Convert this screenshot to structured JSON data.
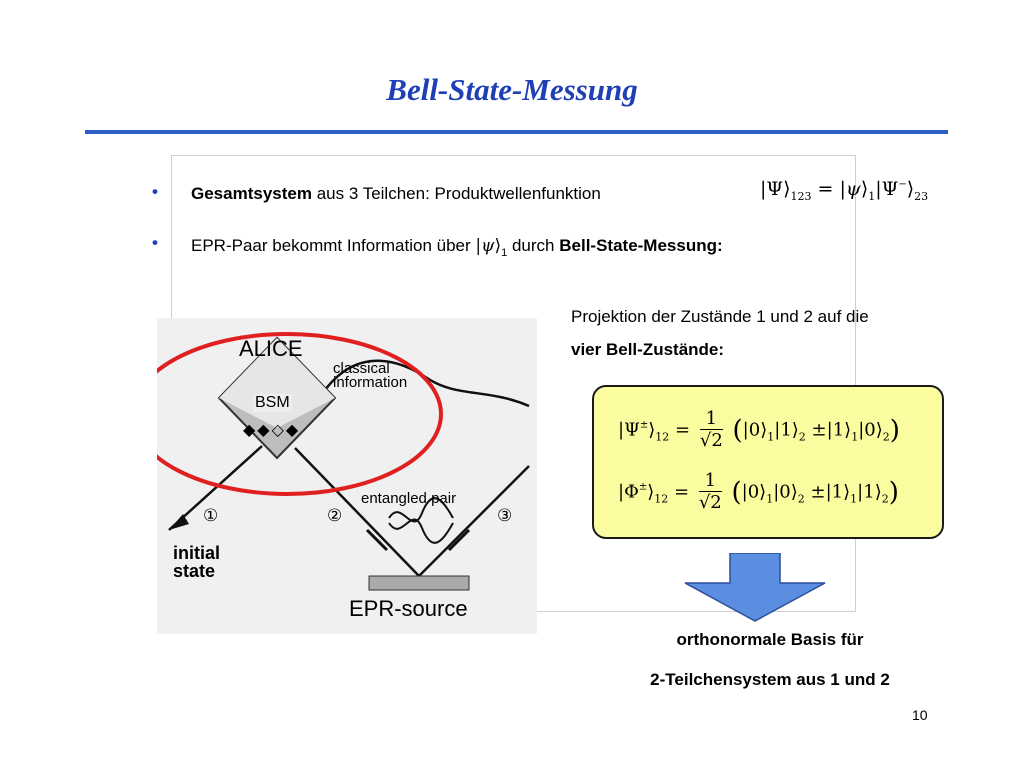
{
  "slide": {
    "title": "Bell-State-Messung",
    "page_number": "10"
  },
  "bullets": [
    {
      "bold": "Gesamtsystem",
      "text": " aus 3 Teilchen:  Produktwellenfunktion",
      "formula": {
        "psi_big": "Ψ",
        "sub_123": "123",
        "equals": "=",
        "psi_small": "ψ",
        "sub_1": "1",
        "psi_minus": "Ψ",
        "minus": "−",
        "sub_23": "23"
      }
    },
    {
      "text_before": "EPR-Paar bekommt Information über ",
      "psi": "ψ",
      "sub": "1",
      "text_after": " durch ",
      "bold": "Bell-State-Messung:"
    }
  ],
  "projection": {
    "line1": "Projektion der Zustände 1 und 2 auf die",
    "line2": "vier Bell-Zustände:"
  },
  "bell_states": [
    {
      "symbol": "Ψ",
      "pm": "±",
      "sub": "12",
      "eq": "=",
      "num": "1",
      "den": "√2",
      "a": "0",
      "a_sub": "1",
      "b": "1",
      "b_sub": "2",
      "op": "±",
      "c": "1",
      "c_sub": "1",
      "d": "0",
      "d_sub": "2"
    },
    {
      "symbol": "Φ",
      "pm": "±",
      "sub": "12",
      "eq": "=",
      "num": "1",
      "den": "√2",
      "a": "0",
      "a_sub": "1",
      "b": "0",
      "b_sub": "2",
      "op": "±",
      "c": "1",
      "c_sub": "1",
      "d": "1",
      "d_sub": "2"
    }
  ],
  "figure": {
    "alice": "ALICE",
    "bsm": "BSM",
    "classical_1": "classical",
    "classical_2": "information",
    "entangled": "entangled pair",
    "initial_1": "initial",
    "initial_2": "state",
    "source": "EPR-source",
    "n1": "①",
    "n2": "②",
    "n3": "③",
    "markers": "◆◆◇◆"
  },
  "result": {
    "line1": "orthonormale Basis für",
    "line2": "2-Teilchensystem aus 1 und 2"
  },
  "colors": {
    "title": "#1f3fb4",
    "rule": "#2b5fc4",
    "box_fill": "#fbfba0",
    "arrow_fill": "#5b8ee0",
    "circle": "#e02020"
  }
}
